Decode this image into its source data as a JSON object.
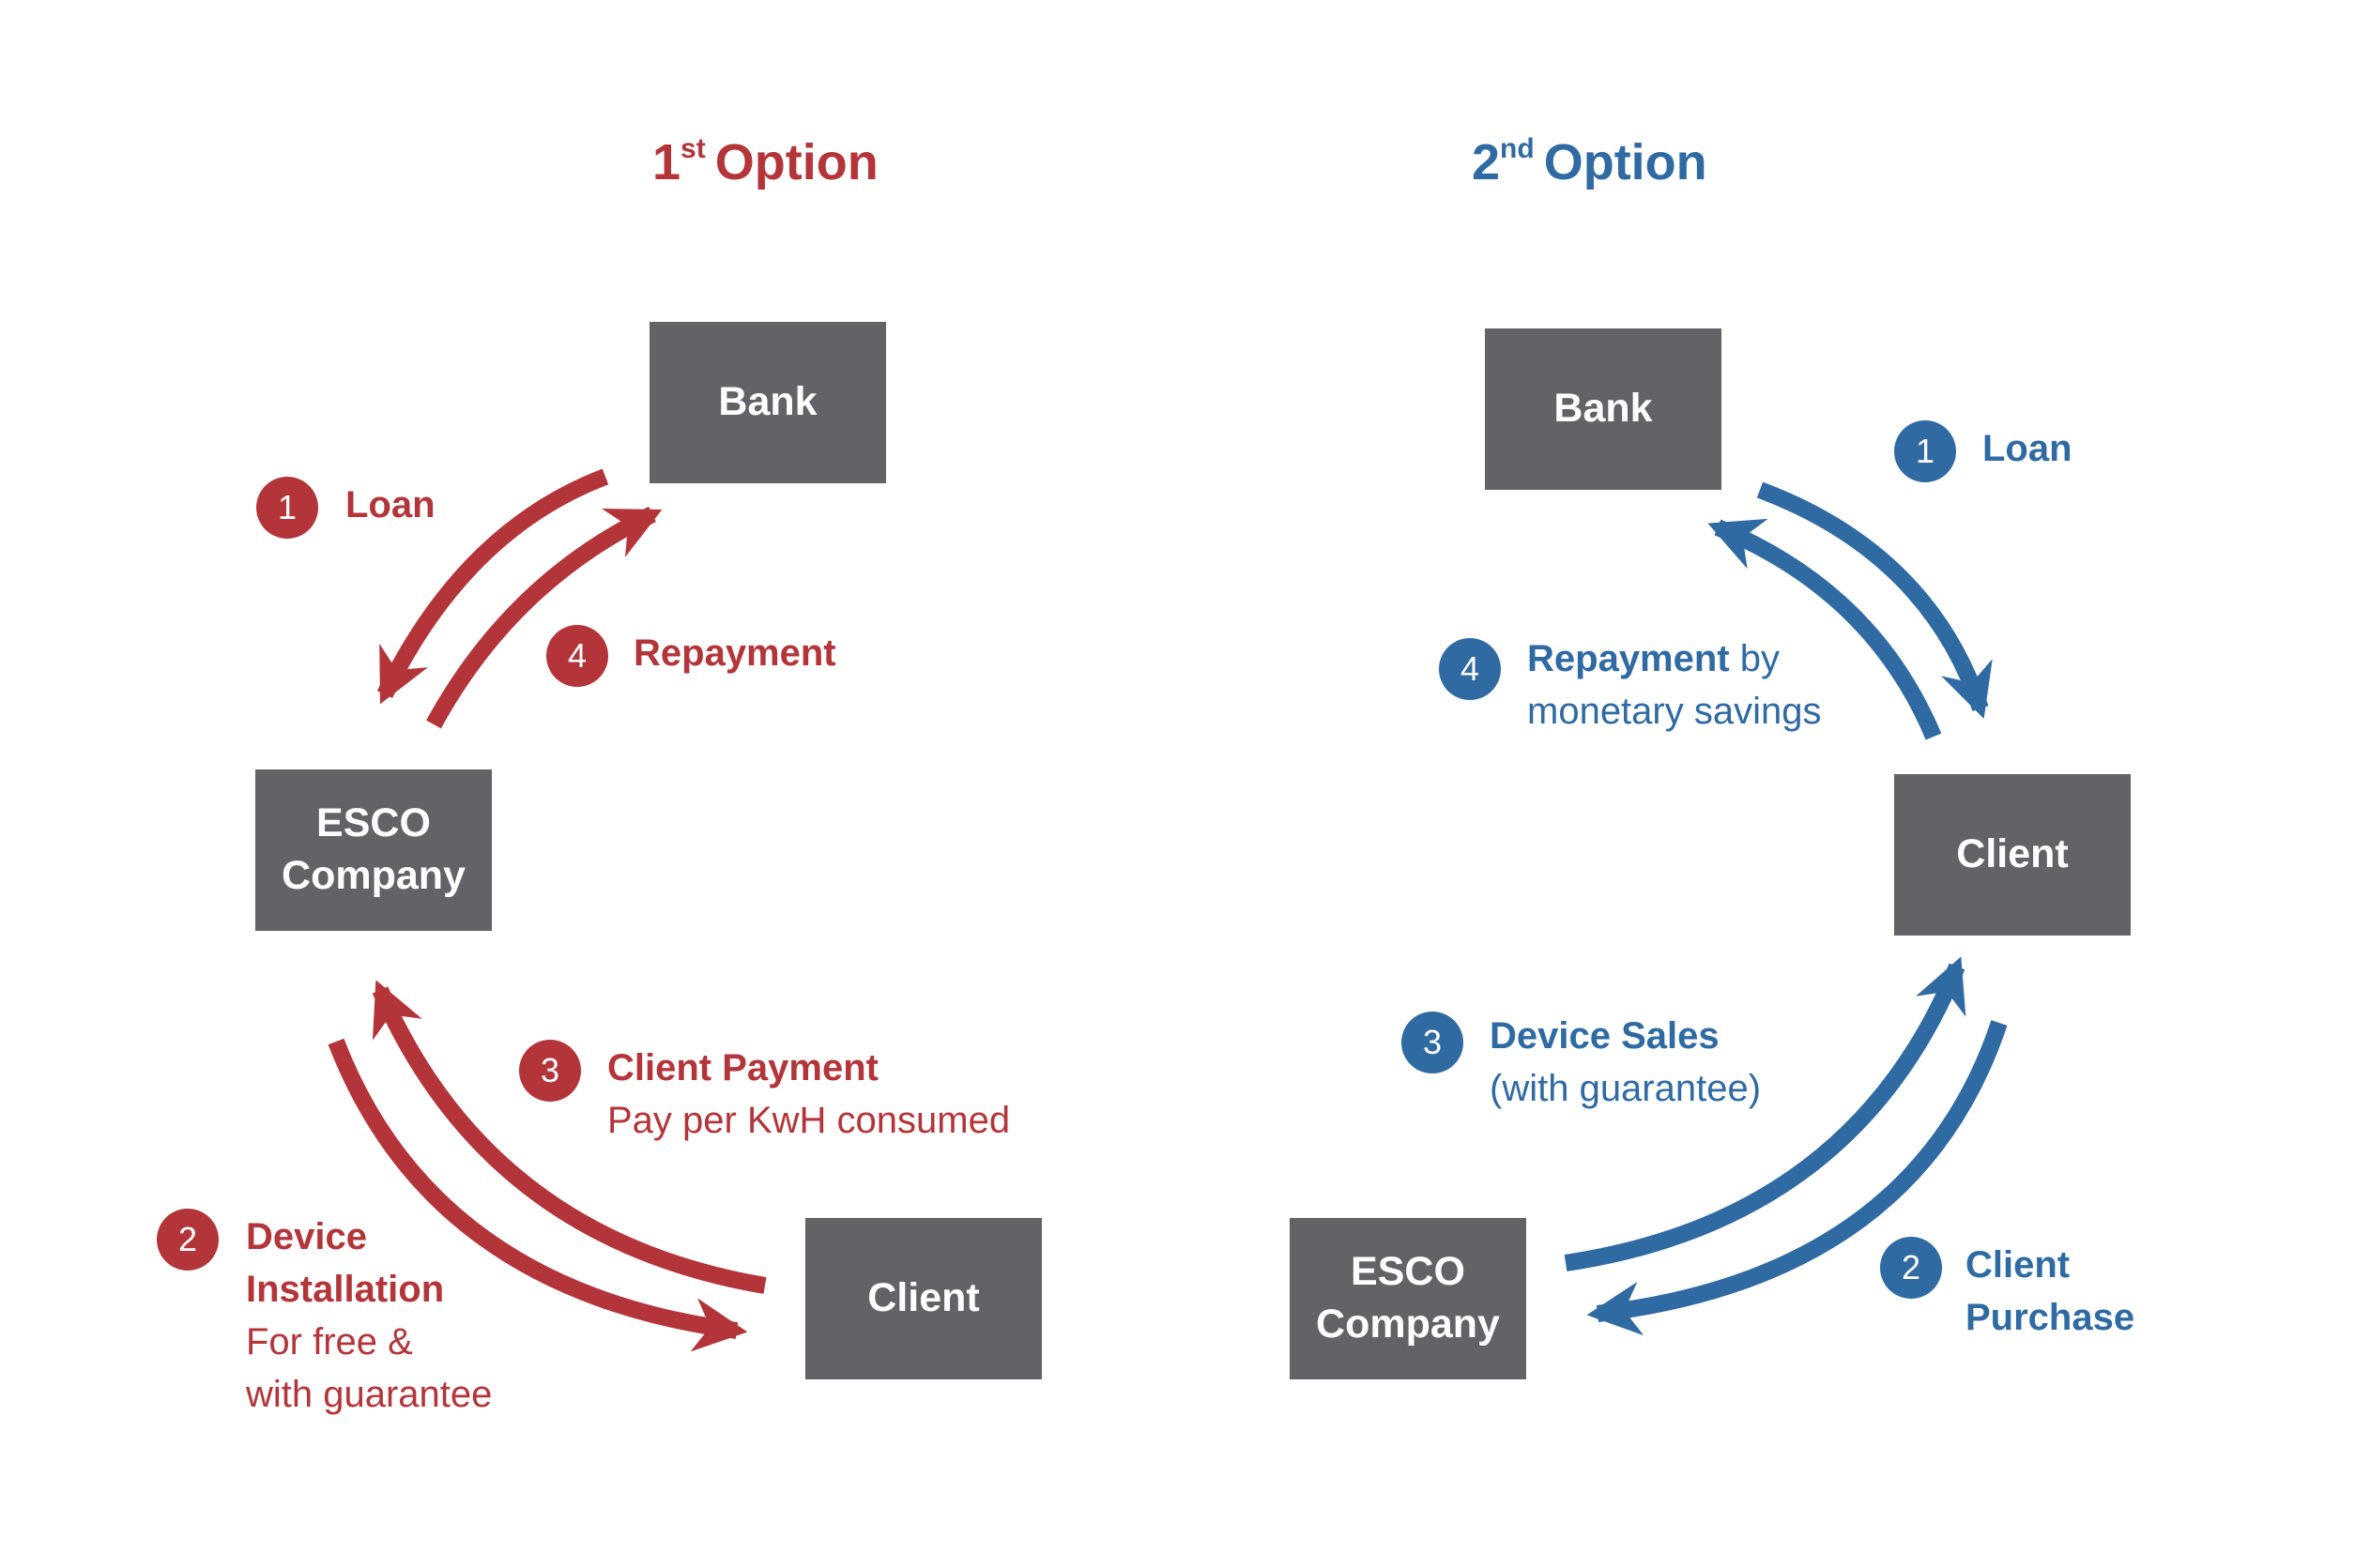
{
  "colors": {
    "option1": "#b3353a",
    "option2": "#2f6aa3",
    "box": "#626366"
  },
  "option1": {
    "title_num": "1",
    "title_sup": "st",
    "title_word": "Option",
    "nodes": {
      "bank": "Bank",
      "esco": "ESCO\nCompany",
      "client": "Client"
    },
    "steps": [
      {
        "num": "1",
        "bold": "Loan"
      },
      {
        "num": "4",
        "bold": "Repayment"
      },
      {
        "num": "3",
        "bold": "Client Payment",
        "text": "Pay per KwH consumed"
      },
      {
        "num": "2",
        "bold_line1": "Device",
        "bold_line2": "Installation",
        "text_line1": "For free &",
        "text_line2": "with guarantee"
      }
    ]
  },
  "option2": {
    "title_num": "2",
    "title_sup": "nd",
    "title_word": "Option",
    "nodes": {
      "bank": "Bank",
      "client": "Client",
      "esco": "ESCO\nCompany"
    },
    "steps": [
      {
        "num": "1",
        "bold": "Loan"
      },
      {
        "num": "4",
        "bold": "Repayment",
        "text_inline": " by",
        "text": "monetary savings"
      },
      {
        "num": "3",
        "bold": "Device Sales",
        "text": "(with guarantee)"
      },
      {
        "num": "2",
        "bold_line1": "Client",
        "bold_line2": "Purchase"
      }
    ]
  }
}
